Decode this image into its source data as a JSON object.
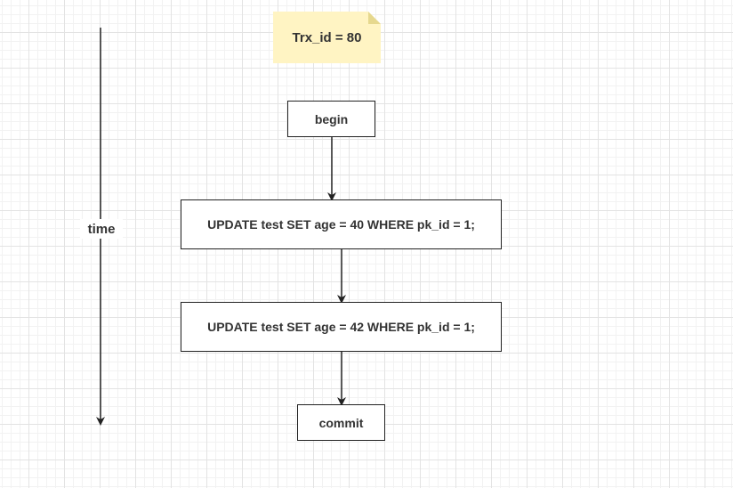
{
  "note": {
    "text": "Trx_id = 80"
  },
  "timeline": {
    "label": "time"
  },
  "flow": {
    "begin": "begin",
    "update1": "UPDATE test SET age = 40 WHERE pk_id = 1;",
    "update2": "UPDATE test SET age = 42 WHERE pk_id = 1;",
    "commit": "commit"
  },
  "colors": {
    "note_fill": "#fff4c3",
    "note_fold": "#e6d88e",
    "stroke": "#222222",
    "grid": "#e3e3e3"
  }
}
